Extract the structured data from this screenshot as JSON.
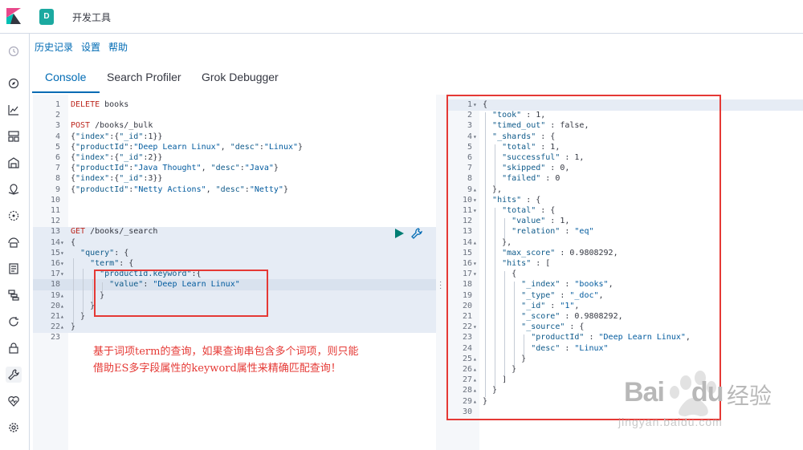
{
  "header": {
    "space_initial": "D",
    "app_title": "开发工具"
  },
  "nav": {
    "icons": [
      "clock-icon",
      "compass-icon",
      "chart-icon",
      "dashboard-icon",
      "canvas-icon",
      "maps-icon",
      "ml-icon",
      "infra-icon",
      "logs-icon",
      "apm-icon",
      "uptime-icon",
      "siem-icon",
      "devtools-icon",
      "monitoring-icon",
      "management-icon"
    ]
  },
  "toplinks": {
    "history": "历史记录",
    "settings": "设置",
    "help": "帮助"
  },
  "tabs": [
    "Console",
    "Search Profiler",
    "Grok Debugger"
  ],
  "editor": {
    "lines": [
      {
        "n": "1",
        "f": "",
        "t": "DELETE books"
      },
      {
        "n": "2",
        "f": "",
        "t": ""
      },
      {
        "n": "3",
        "f": "",
        "t": "POST /books/_bulk"
      },
      {
        "n": "4",
        "f": "",
        "t": "{\"index\":{\"_id\":1}}"
      },
      {
        "n": "5",
        "f": "",
        "t": "{\"productId\":\"Deep Learn Linux\", \"desc\":\"Linux\"}"
      },
      {
        "n": "6",
        "f": "",
        "t": "{\"index\":{\"_id\":2}}"
      },
      {
        "n": "7",
        "f": "",
        "t": "{\"productId\":\"Java Thought\", \"desc\":\"Java\"}"
      },
      {
        "n": "8",
        "f": "",
        "t": "{\"index\":{\"_id\":3}}"
      },
      {
        "n": "9",
        "f": "",
        "t": "{\"productId\":\"Netty Actions\", \"desc\":\"Netty\"}"
      },
      {
        "n": "10",
        "f": "",
        "t": ""
      },
      {
        "n": "11",
        "f": "",
        "t": ""
      },
      {
        "n": "12",
        "f": "",
        "t": ""
      },
      {
        "n": "13",
        "f": "",
        "t": "GET /books/_search"
      },
      {
        "n": "14",
        "f": "▾",
        "t": "{"
      },
      {
        "n": "15",
        "f": "▾",
        "t": "  \"query\": {"
      },
      {
        "n": "16",
        "f": "▾",
        "t": "    \"term\": {"
      },
      {
        "n": "17",
        "f": "▾",
        "t": "      \"productId.keyword\":{"
      },
      {
        "n": "18",
        "f": "",
        "t": "        \"value\": \"Deep Learn Linux\""
      },
      {
        "n": "19",
        "f": "▴",
        "t": "      }"
      },
      {
        "n": "20",
        "f": "▴",
        "t": "    }"
      },
      {
        "n": "21",
        "f": "▴",
        "t": "  }"
      },
      {
        "n": "22",
        "f": "▴",
        "t": "}"
      },
      {
        "n": "23",
        "f": "",
        "t": ""
      }
    ]
  },
  "output": {
    "lines": [
      {
        "n": "1",
        "f": "▾",
        "t": "{"
      },
      {
        "n": "2",
        "f": "",
        "t": "  \"took\" : 1,"
      },
      {
        "n": "3",
        "f": "",
        "t": "  \"timed_out\" : false,"
      },
      {
        "n": "4",
        "f": "▾",
        "t": "  \"_shards\" : {"
      },
      {
        "n": "5",
        "f": "",
        "t": "    \"total\" : 1,"
      },
      {
        "n": "6",
        "f": "",
        "t": "    \"successful\" : 1,"
      },
      {
        "n": "7",
        "f": "",
        "t": "    \"skipped\" : 0,"
      },
      {
        "n": "8",
        "f": "",
        "t": "    \"failed\" : 0"
      },
      {
        "n": "9",
        "f": "▴",
        "t": "  },"
      },
      {
        "n": "10",
        "f": "▾",
        "t": "  \"hits\" : {"
      },
      {
        "n": "11",
        "f": "▾",
        "t": "    \"total\" : {"
      },
      {
        "n": "12",
        "f": "",
        "t": "      \"value\" : 1,"
      },
      {
        "n": "13",
        "f": "",
        "t": "      \"relation\" : \"eq\""
      },
      {
        "n": "14",
        "f": "▴",
        "t": "    },"
      },
      {
        "n": "15",
        "f": "",
        "t": "    \"max_score\" : 0.9808292,"
      },
      {
        "n": "16",
        "f": "▾",
        "t": "    \"hits\" : ["
      },
      {
        "n": "17",
        "f": "▾",
        "t": "      {"
      },
      {
        "n": "18",
        "f": "",
        "t": "        \"_index\" : \"books\","
      },
      {
        "n": "19",
        "f": "",
        "t": "        \"_type\" : \"_doc\","
      },
      {
        "n": "20",
        "f": "",
        "t": "        \"_id\" : \"1\","
      },
      {
        "n": "21",
        "f": "",
        "t": "        \"_score\" : 0.9808292,"
      },
      {
        "n": "22",
        "f": "▾",
        "t": "        \"_source\" : {"
      },
      {
        "n": "23",
        "f": "",
        "t": "          \"productId\" : \"Deep Learn Linux\","
      },
      {
        "n": "24",
        "f": "",
        "t": "          \"desc\" : \"Linux\""
      },
      {
        "n": "25",
        "f": "▴",
        "t": "        }"
      },
      {
        "n": "26",
        "f": "▴",
        "t": "      }"
      },
      {
        "n": "27",
        "f": "▴",
        "t": "    ]"
      },
      {
        "n": "28",
        "f": "▴",
        "t": "  }"
      },
      {
        "n": "29",
        "f": "▴",
        "t": "}"
      },
      {
        "n": "30",
        "f": "",
        "t": ""
      }
    ]
  },
  "annotation": {
    "line1": "基于词项term的查询，如果查询串包含多个词项，则只能",
    "line2": "借助ES多字段属性的keyword属性来精确匹配查询！"
  },
  "watermark": {
    "brand": "Bai",
    "brand2": "du",
    "cn": "经验",
    "url": "jingyan.baidu.com"
  },
  "colors": {
    "accent": "#006bb4",
    "annotation": "#e53935",
    "badge": "#1ba9a0"
  }
}
